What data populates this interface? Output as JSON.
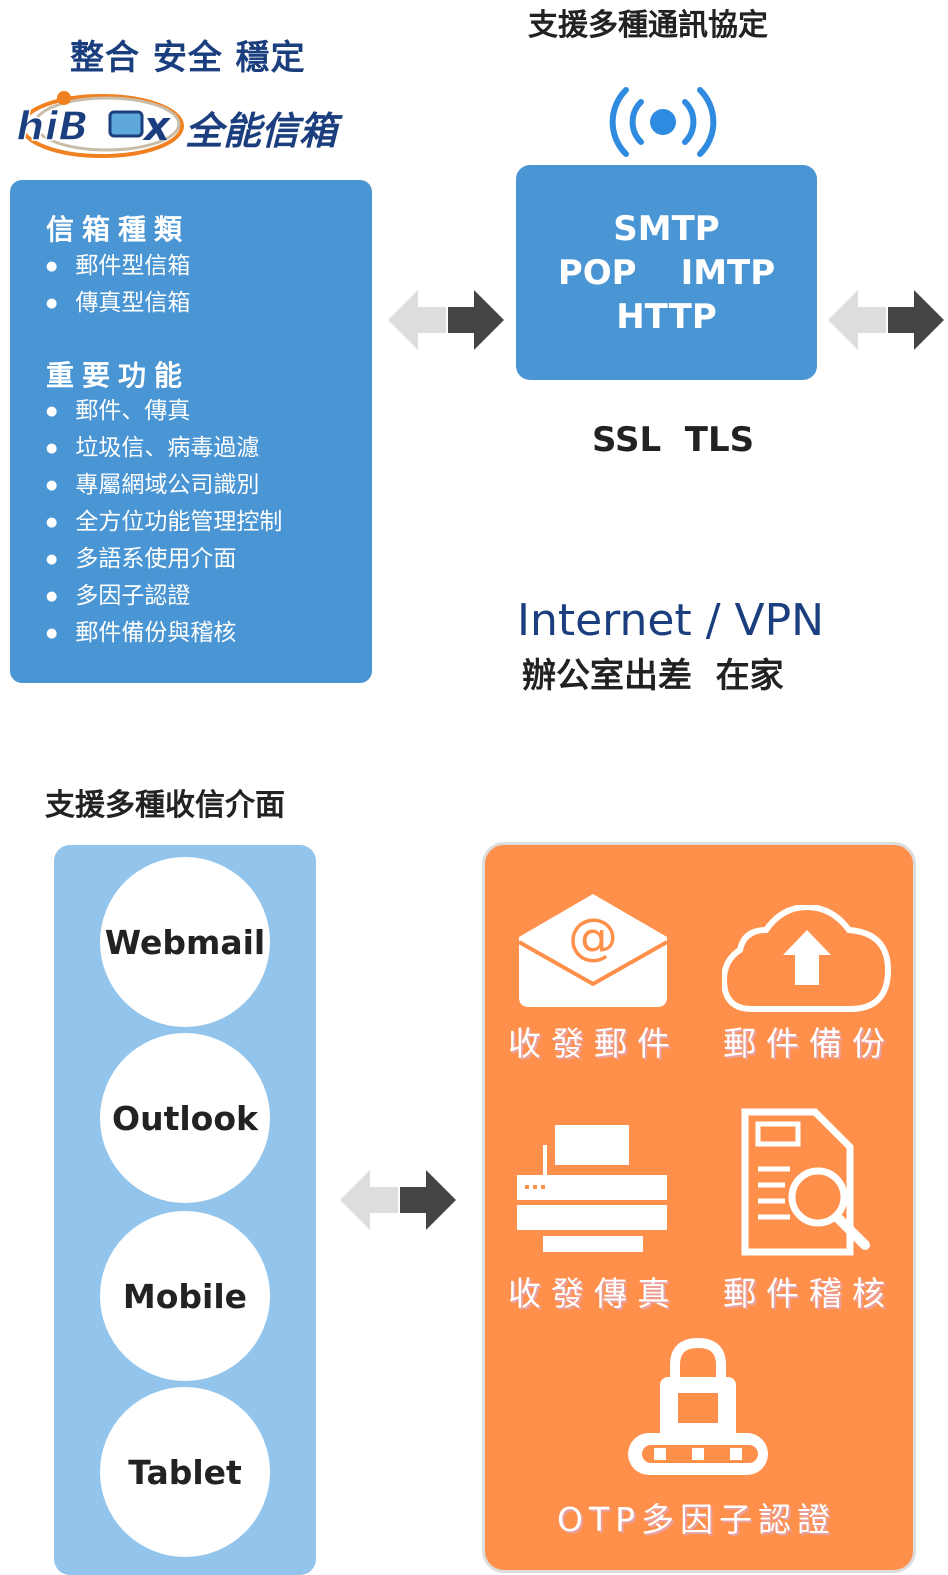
{
  "header": {
    "slogan": "整合 安全 穩定",
    "logo_brand": "hiBox",
    "logo_text": "全能信箱"
  },
  "features": {
    "types_title": "信箱種類",
    "types": [
      "郵件型信箱",
      "傳真型信箱"
    ],
    "functions_title": "重要功能",
    "functions": [
      "郵件、傳真",
      "垃圾信、病毒過濾",
      "專屬網域公司識別",
      "全方位功能管理控制",
      "多語系使用介面",
      "多因子認證",
      "郵件備份與稽核"
    ]
  },
  "protocols": {
    "title": "支援多種通訊協定",
    "line1": "SMTP",
    "line2a": "POP",
    "line2b": "IMTP",
    "line3": "HTTP",
    "security": "SSL  TLS"
  },
  "network": {
    "title": "Internet / VPN",
    "subtitle": "辦公室出差  在家"
  },
  "clients": {
    "title": "支援多種收信介面",
    "items": [
      "Webmail",
      "Outlook",
      "Mobile",
      "Tablet"
    ]
  },
  "services": {
    "items": [
      "收發郵件",
      "郵件備份",
      "收發傳真",
      "郵件稽核",
      "OTP多因子認證"
    ]
  },
  "colors": {
    "panel_blue": "#4a95d3",
    "light_blue": "#93c5ec",
    "orange": "#ff904b",
    "navy": "#1b3f7e"
  }
}
